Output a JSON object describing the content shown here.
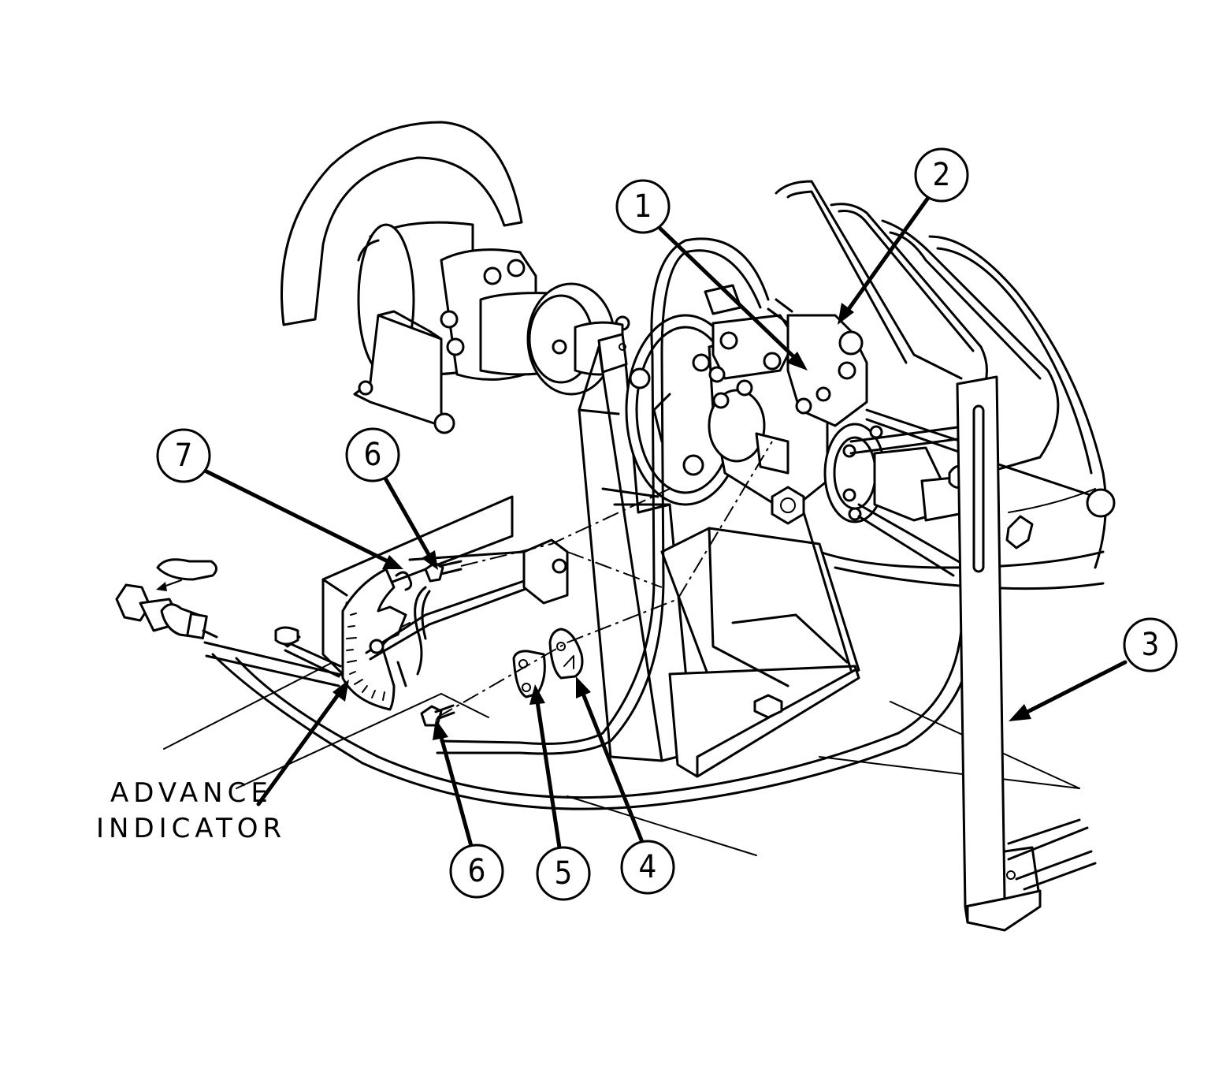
{
  "callouts": [
    {
      "id": "c1",
      "number": "1"
    },
    {
      "id": "c2",
      "number": "2"
    },
    {
      "id": "c3",
      "number": "3"
    },
    {
      "id": "c4",
      "number": "4"
    },
    {
      "id": "c5",
      "number": "5"
    },
    {
      "id": "c6a",
      "number": "6"
    },
    {
      "id": "c6b",
      "number": "6"
    },
    {
      "id": "c7",
      "number": "7"
    }
  ],
  "labels": {
    "advance_line1": "ADVANCE",
    "advance_line2": "INDICATOR"
  }
}
